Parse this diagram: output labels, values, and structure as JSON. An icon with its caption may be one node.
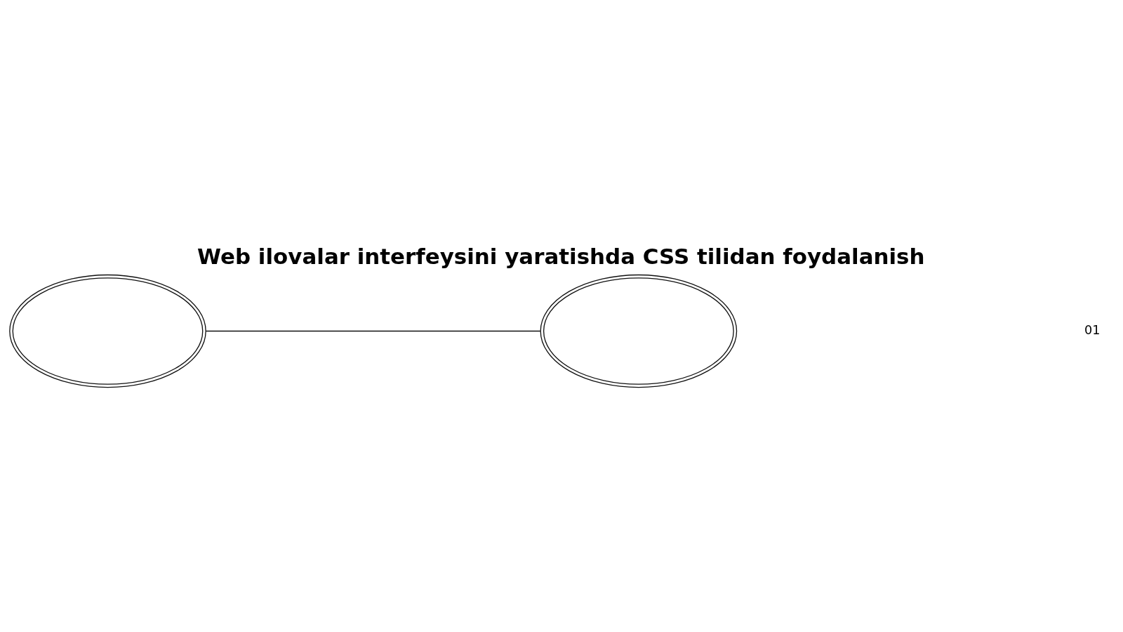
{
  "diagram": {
    "title": "Web ilovalar interfeysini yaratishda CSS tilidan foydalanish",
    "nodes": [
      {
        "text": [],
        "shape": "ellipse"
      },
      {
        "text": [],
        "shape": "ellipse"
      }
    ],
    "edges": [
      {
        "from": 0,
        "to": 1,
        "arrow": "none"
      }
    ],
    "labels": [
      "01"
    ]
  }
}
